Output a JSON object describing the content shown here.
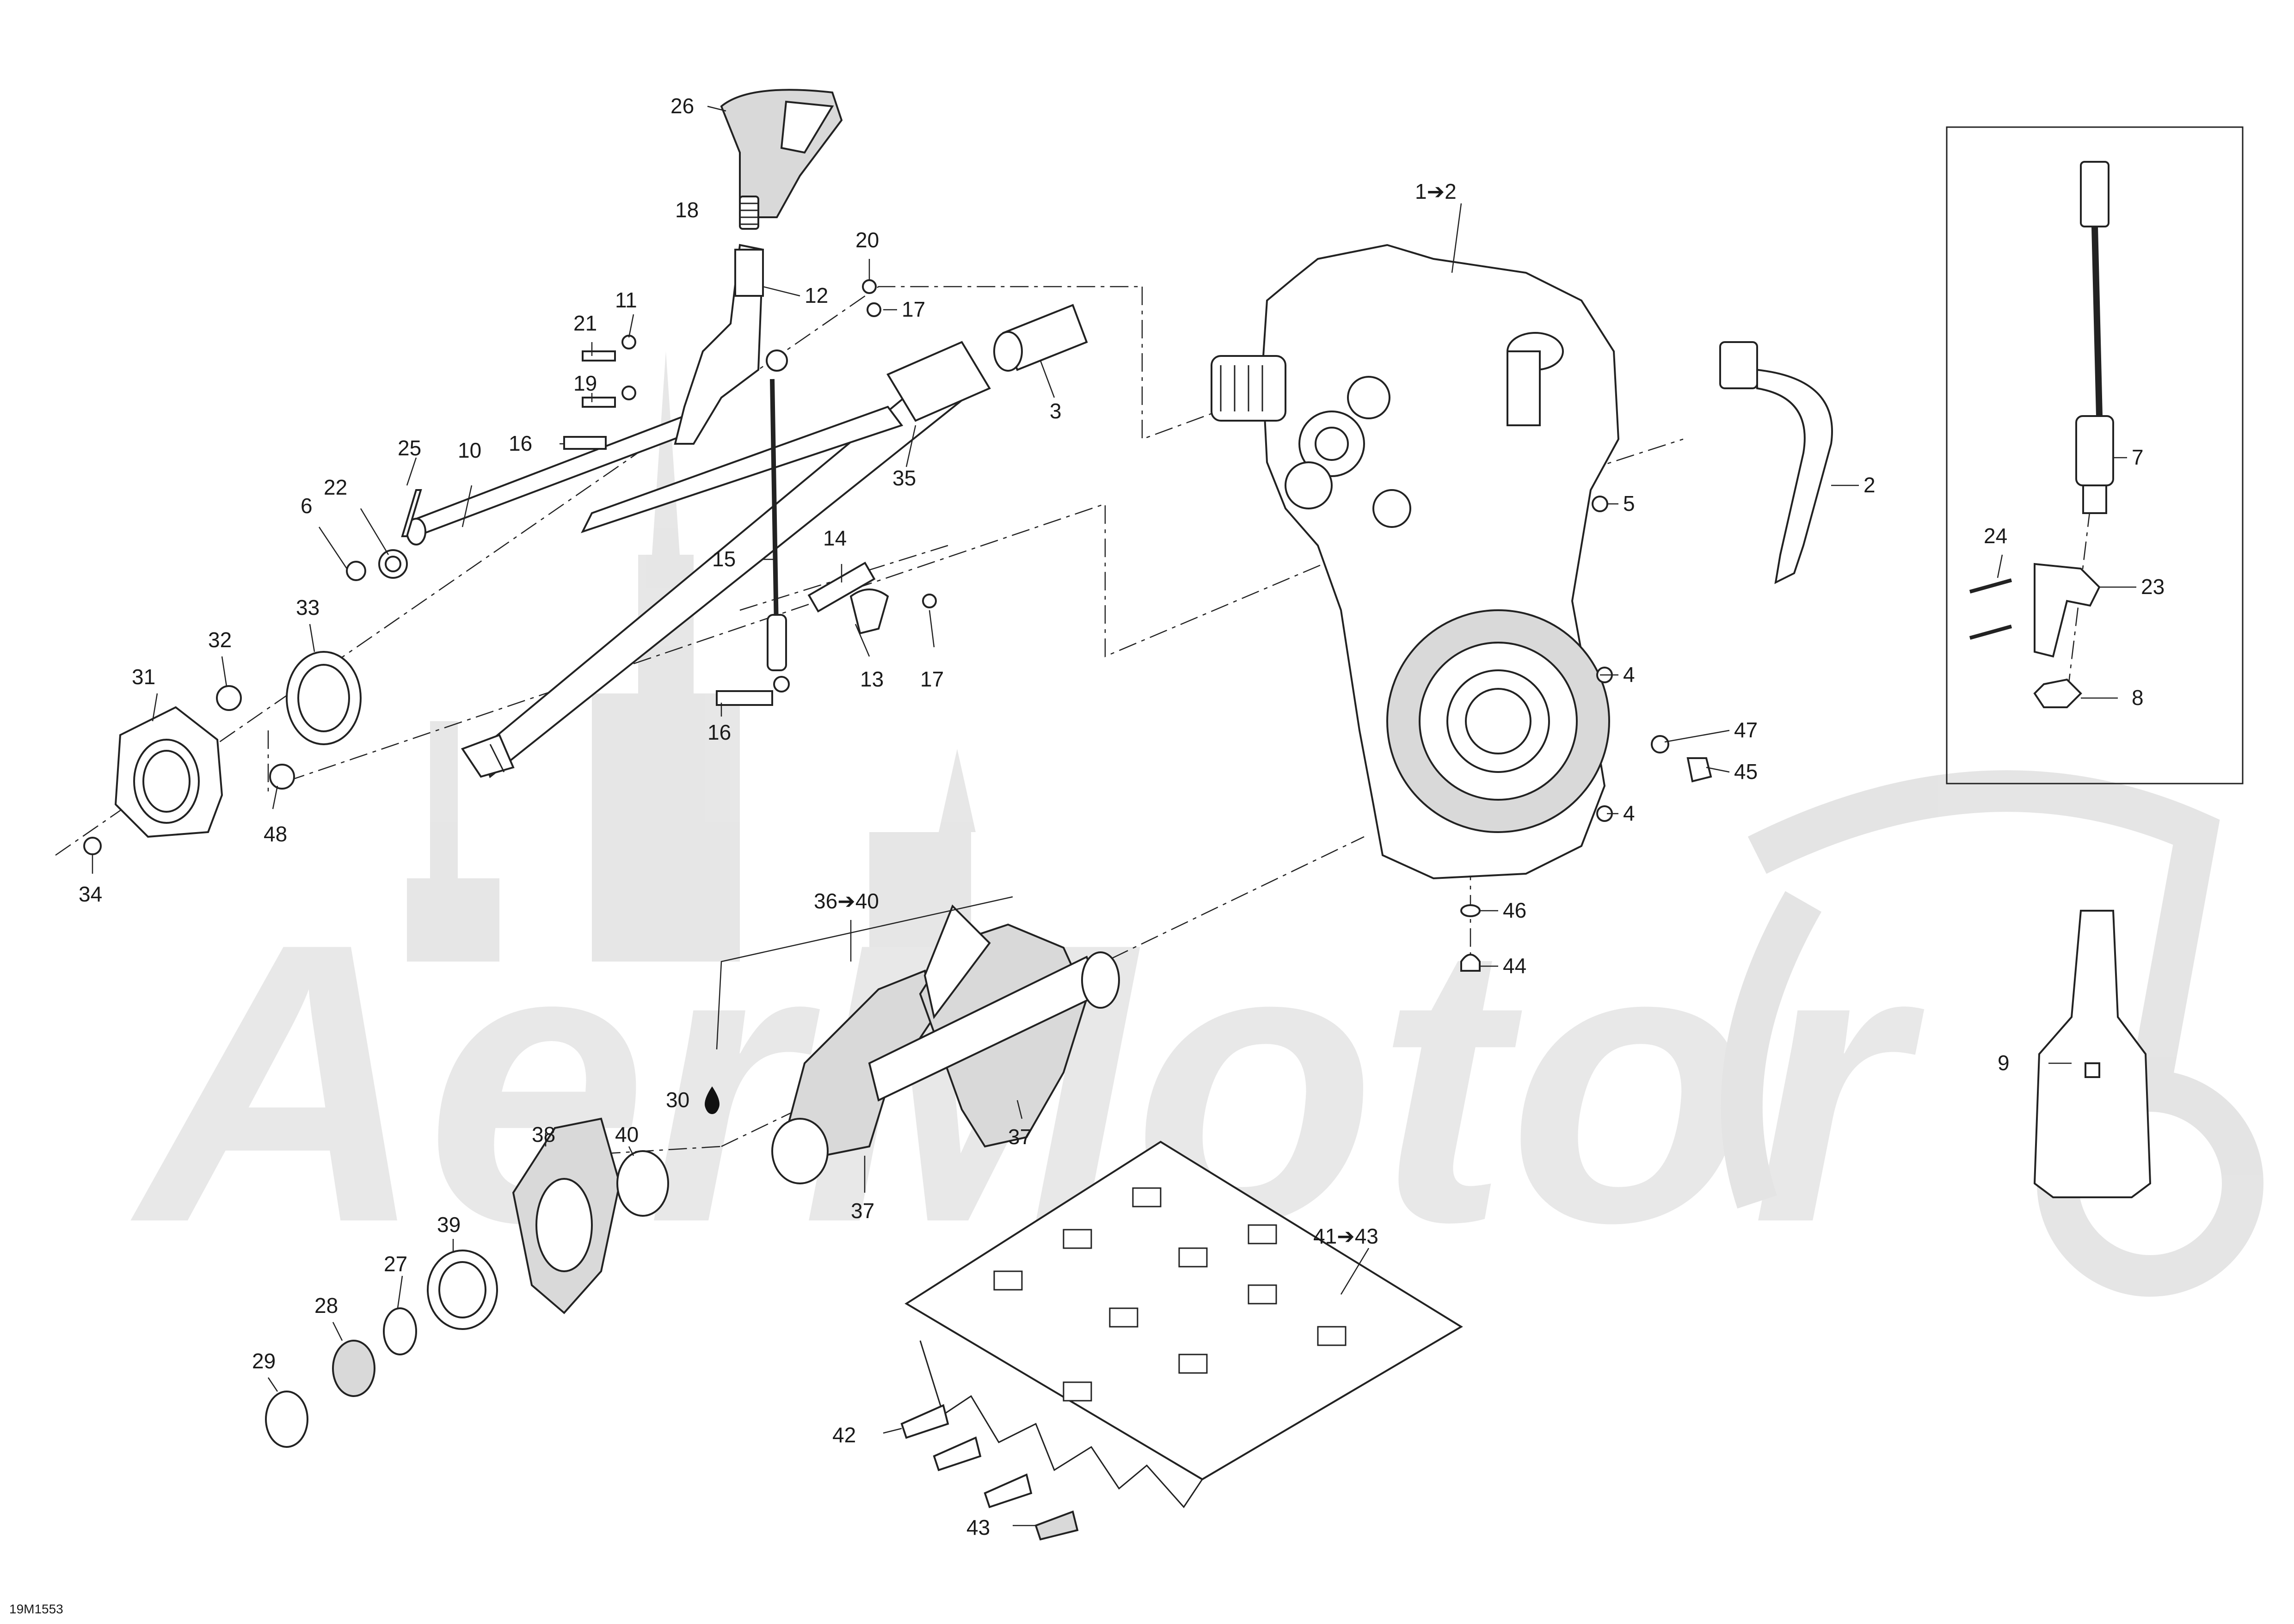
{
  "diagram": {
    "drawing_code": "19M1553",
    "watermark": "AerMotor",
    "callouts": {
      "c1": "1➔2",
      "c2": "2",
      "c3": "3",
      "c4a": "4",
      "c4b": "4",
      "c5": "5",
      "c6": "6",
      "c7": "7",
      "c8": "8",
      "c9": "9",
      "c10": "10",
      "c11": "11",
      "c12": "12",
      "c13": "13",
      "c14": "14",
      "c15": "15",
      "c16a": "16",
      "c16b": "16",
      "c17a": "17",
      "c17b": "17",
      "c18": "18",
      "c19": "19",
      "c20": "20",
      "c21": "21",
      "c22": "22",
      "c23": "23",
      "c24": "24",
      "c25": "25",
      "c26": "26",
      "c27": "27",
      "c28": "28",
      "c29": "29",
      "c30": "30",
      "c31": "31",
      "c32": "32",
      "c33": "33",
      "c34": "34",
      "c35": "35",
      "c36": "36➔40",
      "c37a": "37",
      "c37b": "37",
      "c38": "38",
      "c39": "39",
      "c40": "40",
      "c41": "41➔43",
      "c42": "42",
      "c43": "43",
      "c44": "44",
      "c45": "45",
      "c46": "46",
      "c47": "47",
      "c48": "48"
    },
    "icons": {
      "oil_drop": "oil-drop-icon"
    }
  }
}
